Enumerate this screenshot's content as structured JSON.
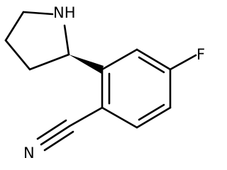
{
  "molecule": {
    "atoms": {
      "nitrogen_amine": "NH",
      "fluorine": "F",
      "nitrogen_nitrile": "N"
    },
    "colors": {
      "bond": "#000000",
      "label": "#000000",
      "background": "#ffffff"
    }
  }
}
